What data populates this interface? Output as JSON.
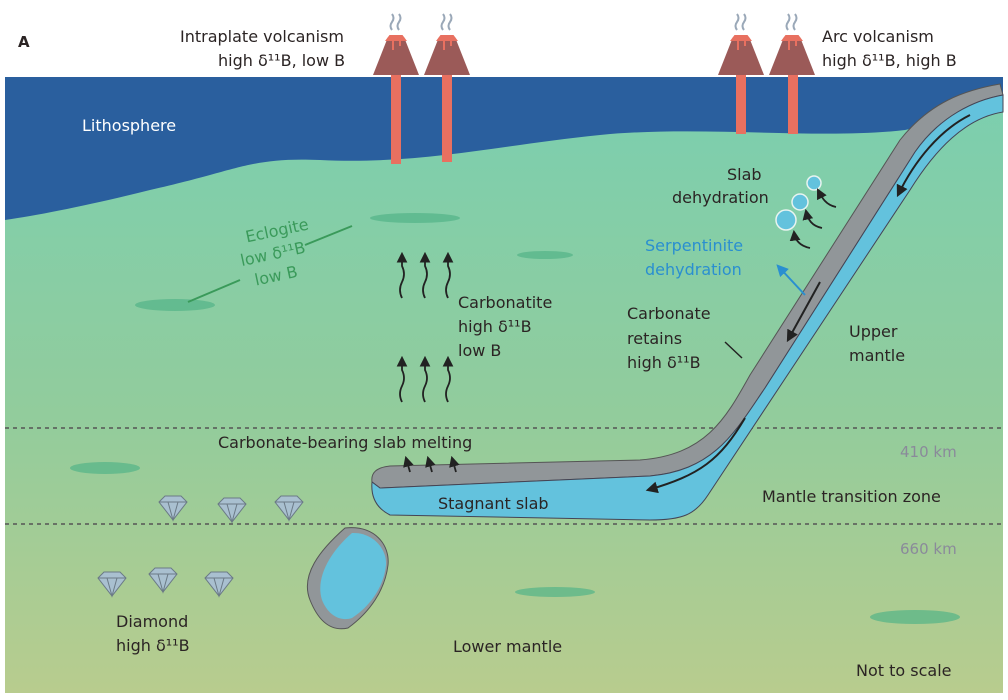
{
  "panel_label": "A",
  "labels": {
    "intraplate_1": "Intraplate volcanism",
    "intraplate_2": "high δ¹¹B, low B",
    "arc_1": "Arc volcanism",
    "arc_2": "high  δ¹¹B, high B",
    "lithosphere": "Lithosphere",
    "slab_dehydration_1": "Slab",
    "slab_dehydration_2": "dehydration",
    "serpentinite_1": "Serpentinite",
    "serpentinite_2": "dehydration",
    "eclogite_1": "Eclogite",
    "eclogite_2": "low δ¹¹B",
    "eclogite_3": "low B",
    "carbonatite_1": "Carbonatite",
    "carbonatite_2": "high δ¹¹B",
    "carbonatite_3": "low B",
    "carbonate_1": "Carbonate",
    "carbonate_2": "retains",
    "carbonate_3": "high δ¹¹B",
    "upper_mantle_1": "Upper",
    "upper_mantle_2": "mantle",
    "slab_melting": "Carbonate-bearing slab melting",
    "depth_410": "410 km",
    "depth_660": "660 km",
    "stagnant_slab": "Stagnant slab",
    "transition_zone": "Mantle transition zone",
    "diamond_1": "Diamond",
    "diamond_2": "high δ¹¹B",
    "lower_mantle": "Lower mantle",
    "not_to_scale": "Not to scale"
  },
  "colors": {
    "lithosphere": "#2a5f9e",
    "mantle_top": "#7acfb0",
    "mantle_bottom": "#b6cc90",
    "slab_crust": "#919699",
    "slab": "#63c2dd",
    "volcano": "#9b5a58",
    "magma": "#e87060",
    "serpentinite_text": "#2a8fd0",
    "eclogite_text": "#3a9a5a"
  }
}
